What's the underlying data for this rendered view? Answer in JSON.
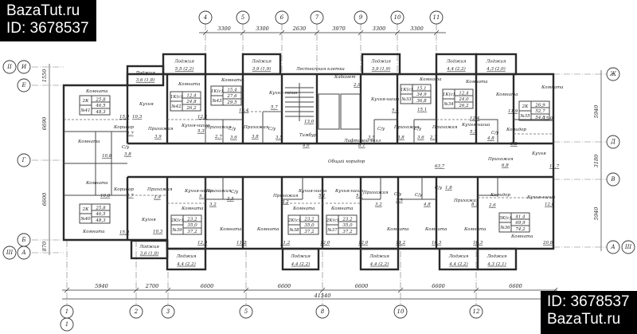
{
  "watermark": {
    "site": "BazaTut.ru",
    "id": "ID: 3678537"
  },
  "axes": {
    "top": [
      "4",
      "5",
      "6",
      "7",
      "9",
      "10",
      "11"
    ],
    "top_dims": [
      "3300",
      "3300",
      "2630",
      "3970",
      "3300",
      "3300"
    ],
    "left": [
      "И",
      "Е",
      "Г",
      "Б",
      "А"
    ],
    "left_section_marks": [
      "II",
      "III"
    ],
    "left_dims": [
      "1550",
      "6690",
      "6600",
      "870"
    ],
    "right": [
      "Ж",
      "Д",
      "В",
      "А"
    ],
    "right_section_mark": "III",
    "right_dims": [
      "5940",
      "3180",
      "5940"
    ],
    "bottom": [
      "1",
      "2",
      "3",
      "5",
      "8",
      "10",
      "12"
    ],
    "bottom_extra": "1",
    "bottom_dims": [
      "5940",
      "2700",
      "6600",
      "6600",
      "6600",
      "6600",
      "6600"
    ],
    "overall": "41540"
  },
  "loggias": [
    {
      "label": "Лоджия",
      "area": "5,5 (2,2)"
    },
    {
      "label": "Лоджия",
      "area": "3,9 (1,9)"
    },
    {
      "label": "Лоджия",
      "area": "3,6 (1,8)"
    },
    {
      "label": "Лоджия",
      "area": "3,9 (1,9)"
    },
    {
      "label": "Лоджия",
      "area": "4,4 (2,2)"
    },
    {
      "label": "Лоджия",
      "area": "4,3 (2,0)"
    },
    {
      "label": "Лоджия",
      "area": "3,6 (1,8)"
    },
    {
      "label": "Лоджия",
      "area": "4,4 (2,2)"
    },
    {
      "label": "Лоджия",
      "area": "4,4 (2,2)"
    },
    {
      "label": "Лоджия",
      "area": "4,4 (2,2)"
    },
    {
      "label": "Лоджия",
      "area": "4,4 (2,2)"
    },
    {
      "label": "Лоджия",
      "area": "4,3 (2,1)"
    }
  ],
  "apartments": [
    {
      "type": "2К",
      "number": "№41",
      "living": "25,8",
      "total": "46,5",
      "total_with_loggia": "48,3"
    },
    {
      "type": "1К(с)",
      "number": "№42",
      "living": "12,4",
      "total": "24,8",
      "total_with_loggia": "26,2"
    },
    {
      "type": "1К(с)",
      "number": "№43",
      "living": "15,4",
      "total": "27,6",
      "total_with_loggia": "29,5"
    },
    {
      "type": "1К(с)",
      "number": "№33",
      "living": "15,1",
      "total": "34,9",
      "total_with_loggia": "36,8"
    },
    {
      "type": "1К(с)",
      "number": "№34",
      "living": "12,4",
      "total": "24,0",
      "total_with_loggia": "26,2"
    },
    {
      "type": "2К",
      "number": "№35",
      "living": "26,9",
      "total": "52,7",
      "total_with_loggia": "54,8"
    },
    {
      "type": "2К",
      "number": "№40",
      "living": "25,8",
      "total": "46,5",
      "total_with_loggia": "48,3"
    },
    {
      "type": "2К(с)",
      "number": "№39",
      "living": "23,2",
      "total": "35,0",
      "total_with_loggia": "37,2"
    },
    {
      "type": "2К(с)",
      "number": "№38",
      "living": "23,2",
      "total": "35,0",
      "total_with_loggia": "37,2"
    },
    {
      "type": "2К(с)",
      "number": "№37",
      "living": "23,2",
      "total": "35,0",
      "total_with_loggia": "37,2"
    },
    {
      "type": "3К(с)",
      "number": "№36",
      "living": "41,4",
      "total": "69,9",
      "total_with_loggia": "74,2"
    }
  ],
  "rooms": [
    {
      "name": "Комната",
      "area": "15,0"
    },
    {
      "name": "Кухня",
      "area": "10,3"
    },
    {
      "name": "Комната",
      "area": "12,4"
    },
    {
      "name": "Кухня-ниша",
      "area": "5,3"
    },
    {
      "name": "Комната",
      "area": "15,4"
    },
    {
      "name": "Кухня-ниша",
      "area": "5,7"
    },
    {
      "name": "Прихожая",
      "area": "2,7"
    },
    {
      "name": "С/у",
      "area": "3,6"
    },
    {
      "name": "Прихожая",
      "area": "3,8"
    },
    {
      "name": "С/у",
      "area": "3,5"
    },
    {
      "name": "Лестничная клетка",
      "area": "13,0"
    },
    {
      "name": "Тамбур",
      "area": "4,6"
    },
    {
      "name": "Кабинет",
      "area": "2,9"
    },
    {
      "name": "Лифтовой холл",
      "area": "8,1"
    },
    {
      "name": "Общий коридор",
      "area": "63,7"
    },
    {
      "name": "Кухня-ниша",
      "area": "5,4"
    },
    {
      "name": "С/у",
      "area": "3,5"
    },
    {
      "name": "Прихожая",
      "area": "3,8"
    },
    {
      "name": "Комната",
      "area": "15,1"
    },
    {
      "name": "С/у",
      "area": "3,6"
    },
    {
      "name": "Прихожая",
      "area": "2,7"
    },
    {
      "name": "Комната",
      "area": "12,4"
    },
    {
      "name": "Кухня-ниша",
      "area": "5,3"
    },
    {
      "name": "Комната",
      "area": "11,9"
    },
    {
      "name": "С/у",
      "area": "4,8"
    },
    {
      "name": "Коридор",
      "area": "3,3"
    },
    {
      "name": "Прихожая",
      "area": "6,8"
    },
    {
      "name": "Комната",
      "area": "15,0"
    },
    {
      "name": "Кухня",
      "area": "11,7"
    },
    {
      "name": "Коридор",
      "area": "2,7"
    },
    {
      "name": "Прихожая",
      "area": "3,9"
    },
    {
      "name": "С/у",
      "area": "3,8"
    },
    {
      "name": "Комната",
      "area": "10,8"
    },
    {
      "name": "Комната",
      "area": "10,8"
    },
    {
      "name": "Коридор",
      "area": "2,7"
    },
    {
      "name": "Прихожая",
      "area": "3,9"
    },
    {
      "name": "Кухня",
      "area": "10,3"
    },
    {
      "name": "Комната",
      "area": "15,0"
    },
    {
      "name": "Кухня-ниша",
      "area": "5,1"
    },
    {
      "name": "Прихожая",
      "area": "3,2"
    },
    {
      "name": "С/у",
      "area": "3,5"
    },
    {
      "name": "Комната",
      "area": "12,0"
    },
    {
      "name": "Комната",
      "area": "11,2"
    },
    {
      "name": "Комната",
      "area": "11,2"
    },
    {
      "name": "Прихожая",
      "area": "3,2"
    },
    {
      "name": "Кухня-ниша",
      "area": "5,1"
    },
    {
      "name": "Комната",
      "area": "12,0"
    },
    {
      "name": "Кухня-ниша",
      "area": "5,1"
    },
    {
      "name": "Комната",
      "area": "12,0"
    },
    {
      "name": "Прихожая",
      "area": "3,2"
    },
    {
      "name": "С/у",
      "area": "3,5"
    },
    {
      "name": "Комната",
      "area": "11,2"
    },
    {
      "name": "С/у",
      "area": "4,8"
    },
    {
      "name": "С/у",
      "area": "1,8"
    },
    {
      "name": "Прихожая",
      "area": "8,1"
    },
    {
      "name": "Комната",
      "area": "10,3"
    },
    {
      "name": "Комната",
      "area": "10,3"
    },
    {
      "name": "Коридор",
      "area": "2,6"
    },
    {
      "name": "Кухня-ниша",
      "area": "12,0"
    },
    {
      "name": "Комната",
      "area": "20,8"
    }
  ]
}
